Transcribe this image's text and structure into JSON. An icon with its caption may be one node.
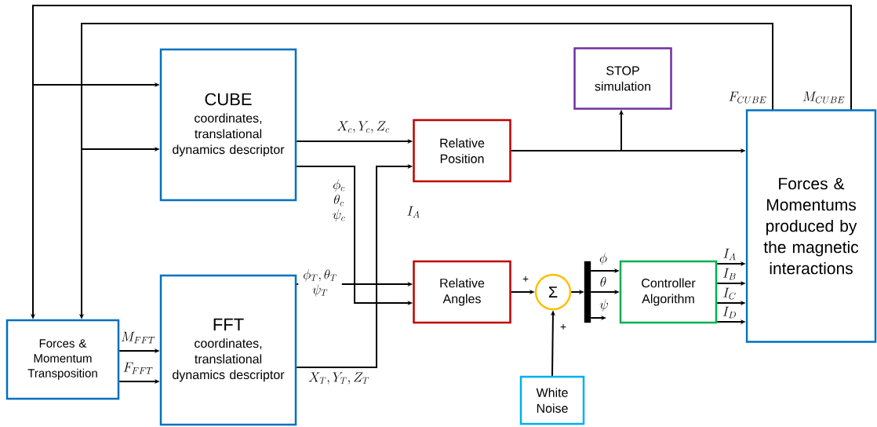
{
  "diagram": {
    "nodes": [
      {
        "text": [
          "CUBE",
          "coordinates, translational dynamics descriptor"
        ]
      },
      {
        "text": [
          "FFT",
          "coordinates, translational dynamics descriptor"
        ]
      },
      {
        "text": [
          "Forces & Momentum Transposition"
        ]
      },
      {
        "text": [
          "Relative Position"
        ]
      },
      {
        "text": [
          "Relative Angles"
        ]
      },
      {
        "text": [
          "STOP simulation"
        ]
      },
      {
        "text": [
          "Σ"
        ]
      },
      {
        "text": [],
        "shape": "bar"
      },
      {
        "text": [
          "Controller Algorithm"
        ]
      },
      {
        "text": [
          "White Noise"
        ]
      },
      {
        "text": [
          "Forces & Momentums produced by the magnetic interactions"
        ]
      }
    ],
    "edges": [
      {
        "from": 10,
        "to": 2,
        "arrow": "to",
        "label": "M_{CUBE}"
      },
      {
        "from": 10,
        "to": 0,
        "arrow": "to"
      },
      {
        "from": 10,
        "to": 2,
        "arrow": "to",
        "label": "F_{CUBE}"
      },
      {
        "from": 10,
        "to": 0,
        "arrow": "to"
      },
      {
        "from": 2,
        "to": 1,
        "arrow": "to",
        "label": "M_{FFT}"
      },
      {
        "from": 2,
        "to": 1,
        "arrow": "to",
        "label": "F_{FFT}"
      },
      {
        "from": 0,
        "to": 3,
        "arrow": "to",
        "label": "X_c, Y_c, Z_c"
      },
      {
        "from": 0,
        "to": 4,
        "arrow": "to",
        "label": "\\begin{array}{c}\\phi_c\\\\ \\theta_c\\\\ \\psi_c\\end{array}"
      },
      {
        "from": 1,
        "to": 4,
        "arrow": "to",
        "label": "\\begin{array}{c}\\phi_T, \\theta_T\\\\ \\psi_T\\end{array}"
      },
      {
        "from": 1,
        "to": 3,
        "arrow": "to",
        "label": "X_T, Y_T, Z_T"
      },
      {
        "from": 3,
        "to": 10,
        "arrow": "to"
      },
      {
        "from": 3,
        "to": 5,
        "arrow": "to"
      },
      {
        "from": 4,
        "to": 6,
        "arrow": "to",
        "label": "+"
      },
      {
        "from": 9,
        "to": 6,
        "arrow": "to",
        "label": "+"
      },
      {
        "from": 6,
        "to": 7,
        "arrow": "to"
      },
      {
        "from": 7,
        "to": 8,
        "arrow": "to",
        "label": "\\phi"
      },
      {
        "from": 7,
        "to": 8,
        "arrow": "to",
        "label": "\\theta"
      },
      {
        "from": 7,
        "to": null,
        "arrow": "to",
        "label": "\\psi"
      },
      {
        "from": 8,
        "to": 10,
        "arrow": "to",
        "label": "I_A"
      },
      {
        "from": 8,
        "to": 10,
        "arrow": "to",
        "label": "I_B"
      },
      {
        "from": 8,
        "to": 10,
        "arrow": "to",
        "label": "I_C"
      },
      {
        "from": 8,
        "to": 10,
        "arrow": "to",
        "label": "I_D"
      }
    ],
    "labels": [
      "I_A"
    ]
  }
}
